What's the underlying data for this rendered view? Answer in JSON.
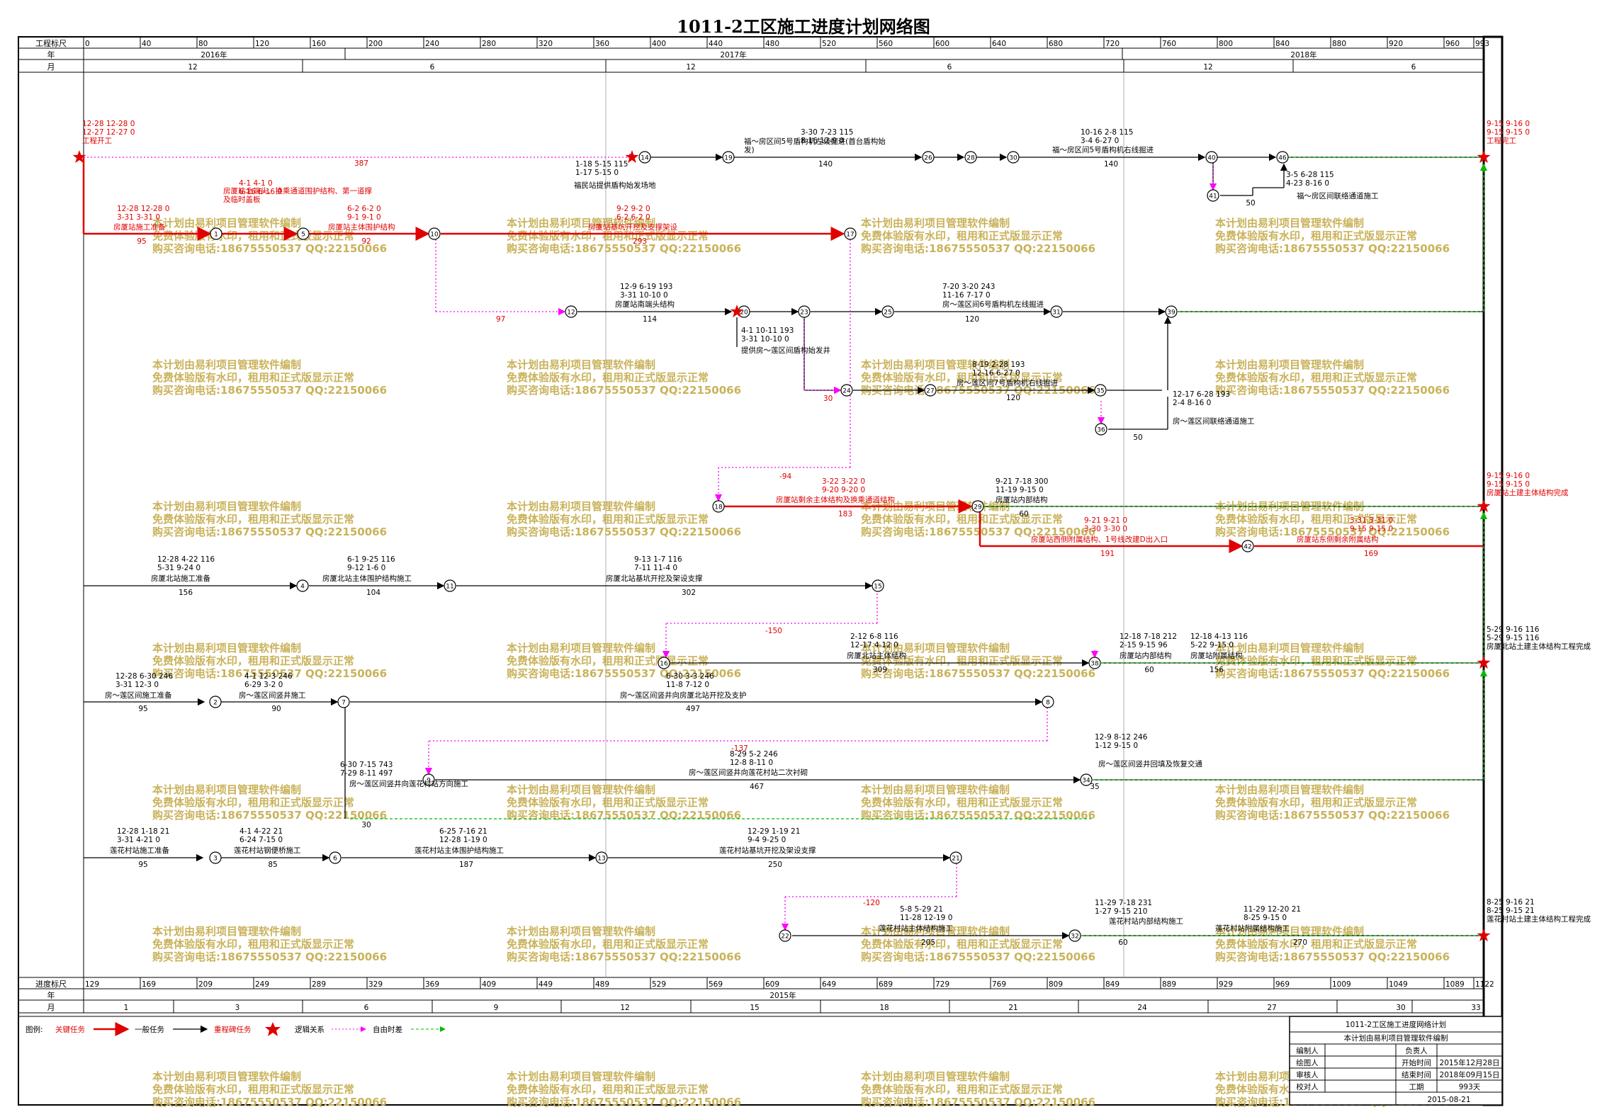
{
  "title": "1011-2工区施工进度计划网络图",
  "header": {
    "scale_label": "工程标尺",
    "year_label": "年",
    "month_label": "月",
    "scale_ticks": [
      "0",
      "40",
      "80",
      "120",
      "160",
      "200",
      "240",
      "280",
      "320",
      "360",
      "400",
      "440",
      "480",
      "520",
      "560",
      "600",
      "640",
      "680",
      "720",
      "760",
      "800",
      "840",
      "880",
      "920",
      "960",
      "993"
    ],
    "years": [
      "2016年",
      "2017年",
      "2018年"
    ],
    "months": [
      "12",
      "6",
      "12",
      "6",
      "12",
      "6"
    ]
  },
  "footer": {
    "scale_label": "进度标尺",
    "year_label": "年",
    "month_label": "月",
    "scale_ticks": [
      "129",
      "169",
      "209",
      "249",
      "289",
      "329",
      "369",
      "409",
      "449",
      "489",
      "529",
      "569",
      "609",
      "649",
      "689",
      "729",
      "769",
      "809",
      "849",
      "889",
      "929",
      "969",
      "1009",
      "1049",
      "1089",
      "1122"
    ],
    "year": "2015年",
    "months": [
      "1",
      "3",
      "6",
      "9",
      "12",
      "15",
      "18",
      "21",
      "24",
      "27",
      "30",
      "33"
    ]
  },
  "watermark": {
    "line1": "本计划由易利项目管理软件编制",
    "line2": "免费体验版有水印，租用和正式版显示正常",
    "line3": "购买咨询电话:18675550537 QQ:22150066"
  },
  "tasks": [
    {
      "label": "房厦站施工准备",
      "dur": "95",
      "dates": "12-28 12-28 0 / 3-31 3-31 0"
    },
    {
      "label": "房厦站北端头、换乘通道围护结构、第一道撑及临时盖板",
      "dur": "",
      "dates": "4-1 4-1 0 / 6-16 6-16 0"
    },
    {
      "label": "房厦站主体围护结构",
      "dur": "92",
      "dates": "6-2 6-2 0 / 9-1 9-1 0"
    },
    {
      "label": "房厦站基坑开挖及支撑架设",
      "dur": "293",
      "dates": "9-2 9-2 0 / 6-2 6-2 0"
    },
    {
      "label": "福民站提供盾构始发场地",
      "dur": "",
      "dates": "1-18 5-15 115 / 1-17 5-15 0"
    },
    {
      "label": "福～房区间5号盾构机左线掘进(首台盾构始发)",
      "dur": "140",
      "dates": "3-30 7-23 115 / 8-16 12-9 0"
    },
    {
      "label": "福～房区间5号盾构机右线掘进",
      "dur": "140",
      "dates": "10-16 2-8 115 / 3-4 6-27 0"
    },
    {
      "label": "福～房区间联络通道施工",
      "dur": "50",
      "dates": "3-5 6-28 115 / 4-23 8-16 0"
    },
    {
      "label": "房厦站南端头结构",
      "dur": "114",
      "dates": "12-9 6-19 193 / 3-31 10-10 0"
    },
    {
      "label": "房～莲区间6号盾构机左线掘进",
      "dur": "120",
      "dates": "7-20 3-20 243 / 11-16 7-17 0"
    },
    {
      "label": "提供房～莲区间盾构始发井",
      "dur": "",
      "dates": "4-1 10-11 193 / 3-31 10-10 0"
    },
    {
      "label": "房～莲区间7号盾构机右线掘进",
      "dur": "120",
      "dates": "8-19 2-28 193 / 12-16 6-27 0"
    },
    {
      "label": "房～莲区间联络通道施工",
      "dur": "50",
      "dates": "12-17 6-28 193 / 2-4 8-16 0"
    },
    {
      "label": "房厦站剩余主体结构及换乘通道结构",
      "dur": "183",
      "dates": "3-22 3-22 0 / 9-20 9-20 0"
    },
    {
      "label": "房厦站内部结构",
      "dur": "60",
      "dates": "9-21 7-18 300 / 11-19 9-15 0"
    },
    {
      "label": "房厦站西侧附属结构、1号线改建D出入口",
      "dur": "191",
      "dates": "9-21 9-21 0 / 3-30 3-30 0"
    },
    {
      "label": "房厦站东侧剩余附属结构",
      "dur": "169",
      "dates": "3-31 3-31 0 / 9-15 9-15 0"
    },
    {
      "label": "房厦北站施工准备",
      "dur": "156",
      "dates": "12-28 4-22 116 / 5-31 9-24 0"
    },
    {
      "label": "房厦北站主体围护结构施工",
      "dur": "104",
      "dates": "6-1 9-25 116 / 9-12 1-6 0"
    },
    {
      "label": "房厦北站基坑开挖及架设支撑",
      "dur": "302",
      "dates": "9-13 1-7 116 / 7-11 11-4 0"
    },
    {
      "label": "房厦北站主体结构",
      "dur": "309",
      "dates": "2-12 6-8 116 / 12-17 4-12 0"
    },
    {
      "label": "房厦站内部结构",
      "dur": "60",
      "dates": "12-18 7-18 212 / 2-15 9-15 96"
    },
    {
      "label": "房厦站附属结构",
      "dur": "156",
      "dates": "12-18 4-13 116 / 5-22 9-15 0"
    },
    {
      "label": "房～莲区间施工准备",
      "dur": "95",
      "dates": "12-28 6-30 246 / 3-31 12-3 0"
    },
    {
      "label": "房～莲区间竖井施工",
      "dur": "90",
      "dates": "4-1 12-3 246 / 6-29 3-2 0"
    },
    {
      "label": "房～莲区间竖井向房厦北站开挖及支护",
      "dur": "497",
      "dates": "6-30 3-3 246 / 11-8 7-12 0"
    },
    {
      "label": "房～莲区间竖井向莲花村站二次衬砌",
      "dur": "467",
      "dates": "8-29 5-2 246 / 12-8 8-11 0"
    },
    {
      "label": "房～莲区间竖井回填及恢复交通",
      "dur": "35",
      "dates": "12-9 8-12 246 / 1-12 9-15 0"
    },
    {
      "label": "房～莲区间竖井向莲花村站方向施工",
      "dur": "30",
      "dates": "6-30 7-15 743 / 7-29 8-11 497"
    },
    {
      "label": "莲花村站施工准备",
      "dur": "95",
      "dates": "12-28 1-18 21 / 3-31 4-21 0"
    },
    {
      "label": "莲花村站钢便桥施工",
      "dur": "85",
      "dates": "4-1 4-22 21 / 6-24 7-15 0"
    },
    {
      "label": "莲花村站主体围护结构施工",
      "dur": "187",
      "dates": "6-25 7-16 21 / 12-28 1-19 0"
    },
    {
      "label": "莲花村站基坑开挖及架设支撑",
      "dur": "250",
      "dates": "12-29 1-19 21 / 9-4 9-25 0"
    },
    {
      "label": "莲花村站主体结构施工",
      "dur": "205",
      "dates": "5-8 5-29 21 / 11-28 12-19 0"
    },
    {
      "label": "莲花村站内部结构施工",
      "dur": "60",
      "dates": "11-29 7-18 231 / 1-27 9-15 210"
    },
    {
      "label": "莲花村站附属结构施工",
      "dur": "270",
      "dates": "11-29 12-20 21 / 8-25 9-15 0"
    }
  ],
  "milestones": [
    {
      "label": "工程开工",
      "dates": "12-28 12-28 0 / 12-27 12-27 0"
    },
    {
      "label": "工程完工",
      "dates": "9-15 9-16 0 / 9-15 9-15 0"
    },
    {
      "label": "房厦站土建主体结构完成",
      "dates": "9-15 9-16 0 / 9-15 9-15 0"
    },
    {
      "label": "房厦北站土建主体结构工程完成",
      "dates": "5-29 9-16 116 / 5-29 9-15 116"
    },
    {
      "label": "莲花村站土建主体结构工程完成",
      "dates": "8-25 9-16 21 / 8-25 9-15 21"
    }
  ],
  "float_values": [
    "387",
    "97",
    "30",
    "-94",
    "-150",
    "-137",
    "-120"
  ],
  "legend": {
    "title": "图例:",
    "critical": "关键任务",
    "normal": "一般任务",
    "milestone": "重程碑任务",
    "logic": "逻辑关系",
    "free_float": "自由时差"
  },
  "infobox": {
    "project": "1011-2工区施工进度网络计划",
    "software": "本计划由易利项目管理软件编制",
    "rows": [
      {
        "k1": "编制人",
        "v1": "",
        "k2": "负责人",
        "v2": ""
      },
      {
        "k1": "绘图人",
        "v1": "",
        "k2": "开始时间",
        "v2": "2015年12月28日"
      },
      {
        "k1": "审核人",
        "v1": "",
        "k2": "结束时间",
        "v2": "2018年09月15日"
      },
      {
        "k1": "校对人",
        "v1": "",
        "k2": "工期",
        "v2": "993天"
      }
    ],
    "date": "2015-08-21"
  },
  "colors": {
    "critical": "#e00000",
    "normal": "#000000",
    "float": "#ff00ff",
    "logic": "#00bb00",
    "watermark": "#c9b25a"
  }
}
